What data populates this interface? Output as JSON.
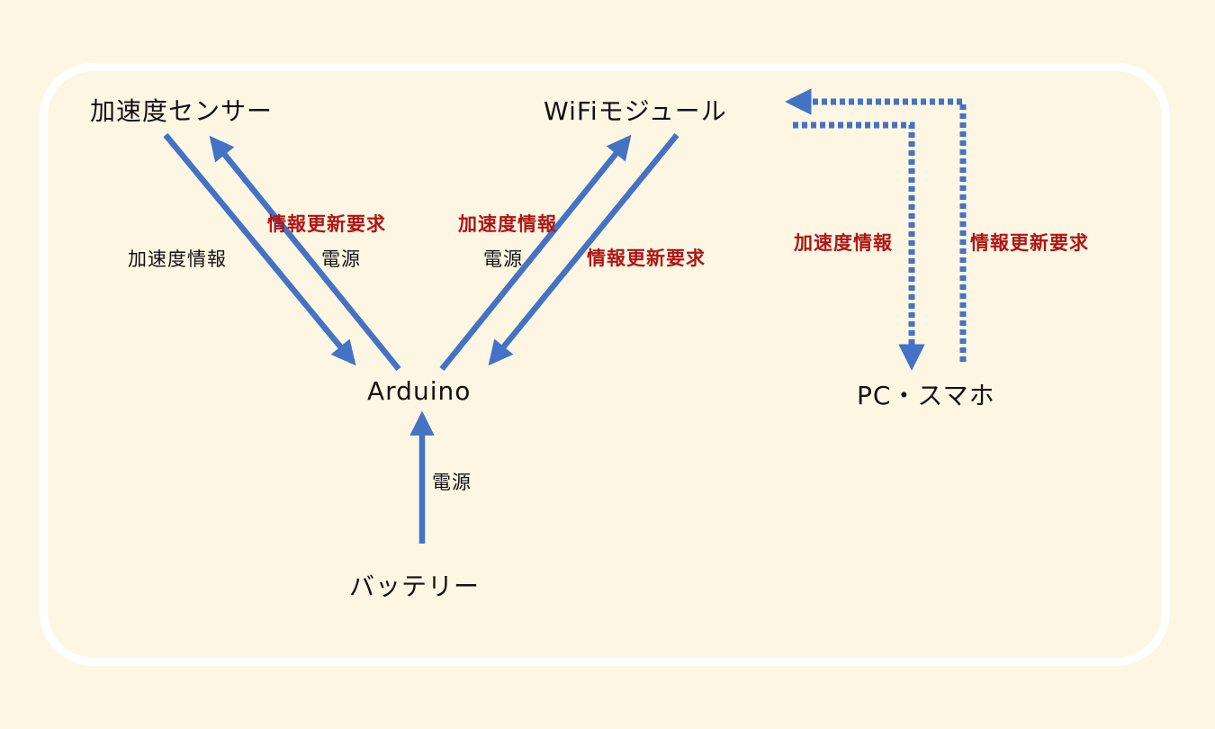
{
  "nodes": {
    "accel_sensor": "加速度センサー",
    "wifi_module": "WiFiモジュール",
    "arduino": "Arduino",
    "pc_phone": "PC・スマホ",
    "battery": "バッテリー"
  },
  "labels": {
    "sensor_to_arduino": "加速度情報",
    "arduino_to_sensor_request": "情報更新要求",
    "arduino_to_sensor_power": "電源",
    "arduino_to_wifi_accel": "加速度情報",
    "arduino_to_wifi_power": "電源",
    "wifi_to_arduino_request": "情報更新要求",
    "wifi_to_pc_accel": "加速度情報",
    "pc_to_wifi_request": "情報更新要求",
    "battery_to_arduino_power": "電源"
  },
  "colors": {
    "arrow": "#4472c4",
    "label_red": "#b01515",
    "label_black": "#111111",
    "background": "#fdf6e3",
    "frame": "#ffffff"
  }
}
